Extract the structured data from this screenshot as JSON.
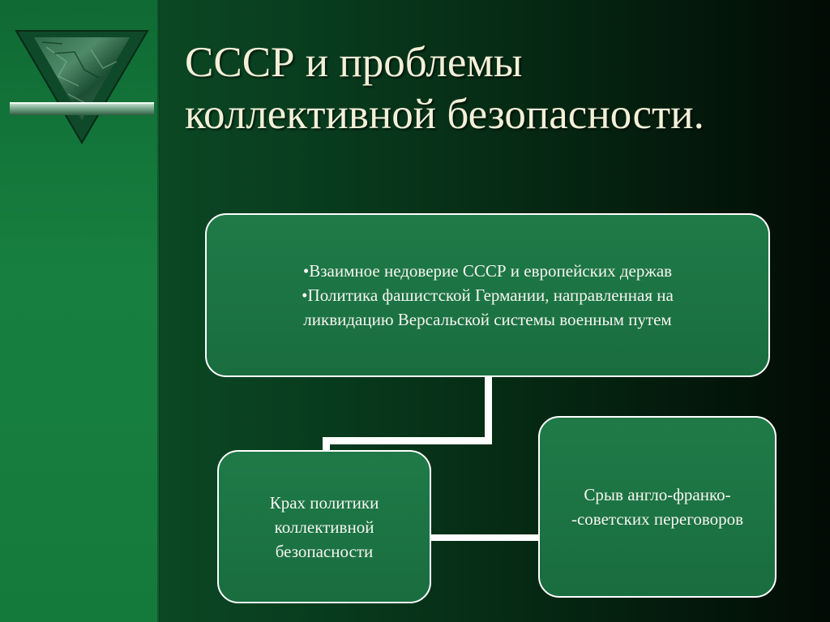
{
  "title": {
    "line1": "СССР и проблемы",
    "line2": "коллективной безопасности."
  },
  "top_box": {
    "line1": "•Взаимное недоверие СССР и европейских держав",
    "line2": "•Политика фашистской Германии, направленная на",
    "line3": "ликвидацию Версальской системы военным путем"
  },
  "left_box": {
    "line1": "Крах политики",
    "line2": "коллективной",
    "line3": "безопасности"
  },
  "right_box": {
    "line1": "Срыв англо-франко-",
    "line2": "-советских переговоров"
  },
  "colors": {
    "background_dark": "#020b05",
    "background_green": "#157a3c",
    "box_fill": "#1f7a48",
    "box_border": "#ffffff",
    "title_text": "#f2f0d8"
  },
  "icons": {
    "emblem": "marble-triangle-icon"
  }
}
